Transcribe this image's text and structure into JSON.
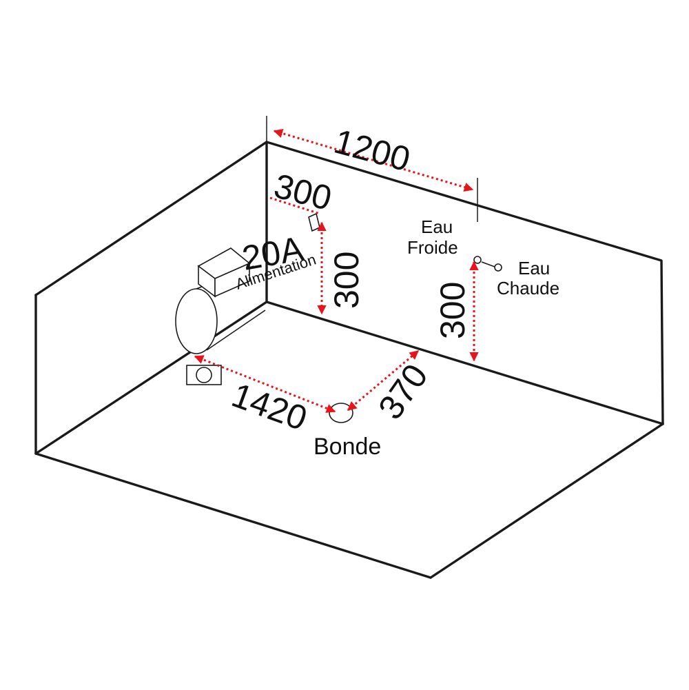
{
  "dimensions": {
    "wall_width": "1200",
    "outlet_offset": "300",
    "outlet_height": "300",
    "water_height": "300",
    "drain_distance": "1420",
    "drain_offset": "370"
  },
  "labels": {
    "power_amperage": "20A",
    "power_supply": "Alimentation",
    "cold_water_line1": "Eau",
    "cold_water_line2": "Froide",
    "hot_water_line1": "Eau",
    "hot_water_line2": "Chaude",
    "drain": "Bonde"
  },
  "colors": {
    "dimension_line": "#e8141c",
    "outline": "#1a1a1a"
  }
}
